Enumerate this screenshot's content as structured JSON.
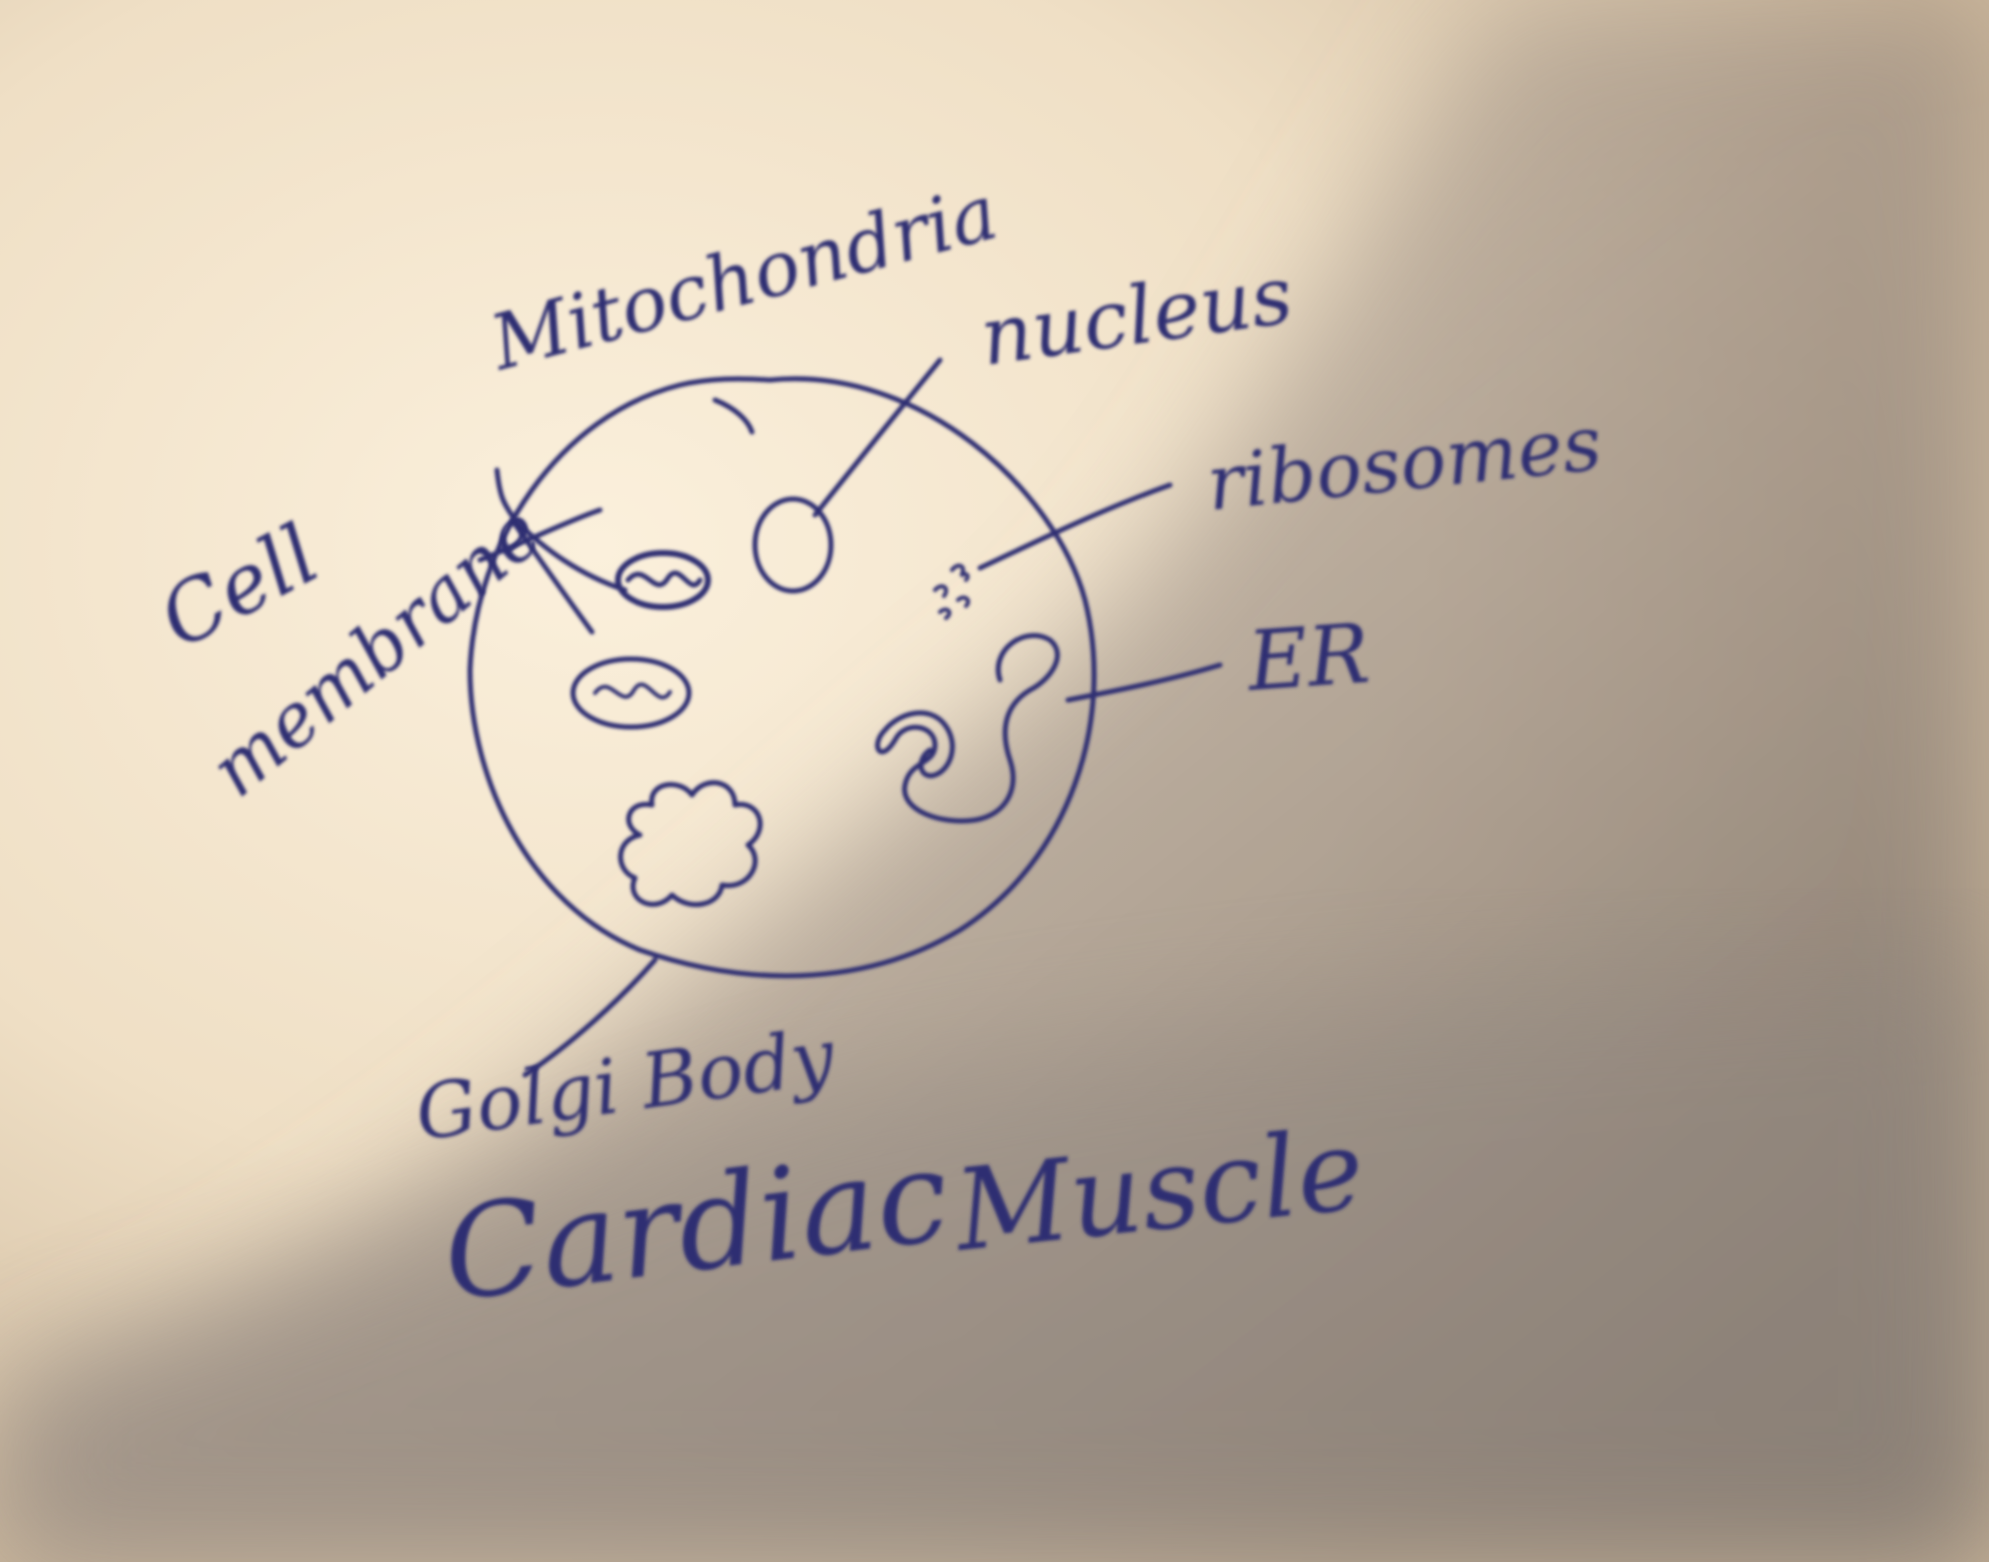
{
  "colors": {
    "ink": "#2e2f72",
    "paper_light": "#f7ead4",
    "paper_mid": "#d6c3a9",
    "shadow": "#9a8f88"
  },
  "labels": {
    "mitochondria": "Mitochondria",
    "nucleus": "nucleus",
    "ribosomes": "ribosomes",
    "cell_membrane_line1": "Cell",
    "cell_membrane_line2": "membrane",
    "er": "ER",
    "golgi_body": "Golgi Body",
    "title_word1": "Cardiac",
    "title_word2": "Muscle"
  }
}
